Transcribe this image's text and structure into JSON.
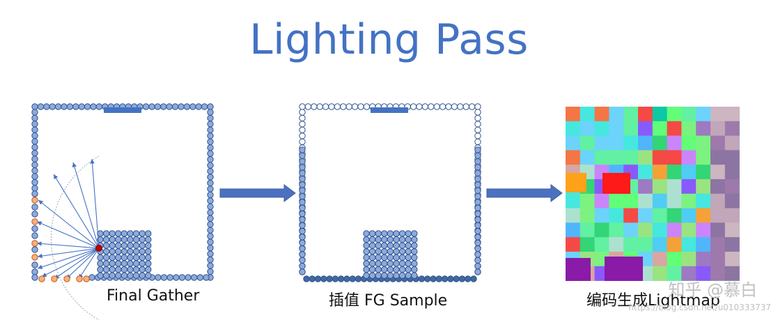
{
  "title": "Lighting Pass",
  "panels": [
    {
      "caption": "Final Gather"
    },
    {
      "caption": "插值 FG Sample"
    },
    {
      "caption": "编码生成Lightmap"
    }
  ],
  "watermark": {
    "brand": "知乎 @慕白",
    "url": "https://blog.csdn.net/u010333737"
  },
  "colors": {
    "title": "#4472c4",
    "dot_fill": "#8eaadb",
    "dot_stroke": "#2f528f",
    "dark_dot": "#41699f",
    "light_fill": "#ffffff",
    "light_bar": "#4472c4",
    "orange_dot": "#f4b183",
    "red_dot": "#c00000",
    "arrow": "#4472c4",
    "outline": "#9aa7b8"
  }
}
